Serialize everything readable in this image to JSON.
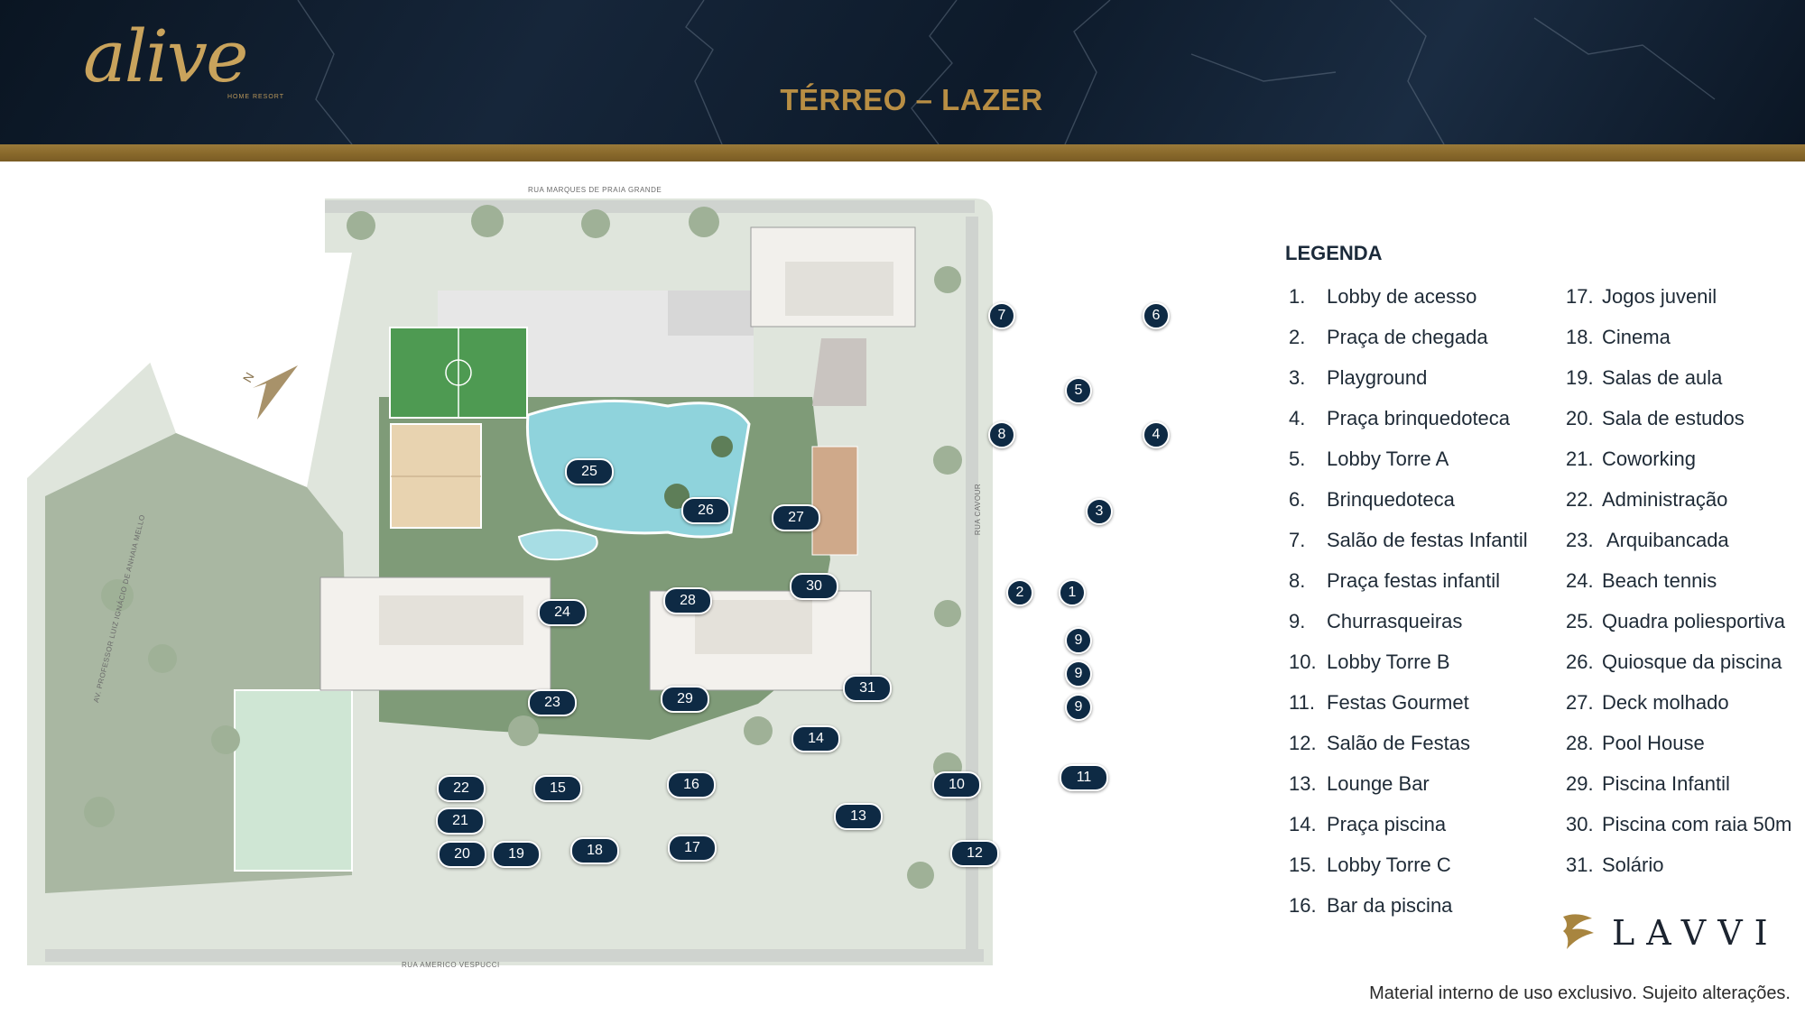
{
  "header": {
    "logo_text": "alive",
    "logo_subtext": "HOME RESORT",
    "title": "TÉRREO – LAZER"
  },
  "map": {
    "streets": {
      "north": "RUA MARQUES DE PRAIA GRANDE",
      "south": "RUA AMERICO VESPUCCI",
      "east": "RUA CAVOUR",
      "west": "AV. PROFESSOR LUIZ IGNÁCIO DE ANHAIA MELLO"
    },
    "north_marker": "N",
    "markers": [
      "1",
      "2",
      "3",
      "4",
      "5",
      "6",
      "7",
      "8",
      "9",
      "9",
      "9",
      "10",
      "11",
      "12",
      "13",
      "14",
      "15",
      "16",
      "17",
      "18",
      "19",
      "20",
      "21",
      "22",
      "23",
      "24",
      "25",
      "26",
      "27",
      "28",
      "29",
      "30",
      "31"
    ]
  },
  "legend": {
    "title": "LEGENDA",
    "items": [
      {
        "num": "1.",
        "label": "Lobby de acesso"
      },
      {
        "num": "2.",
        "label": "Praça de chegada"
      },
      {
        "num": "3.",
        "label": "Playground"
      },
      {
        "num": "4.",
        "label": "Praça brinquedoteca"
      },
      {
        "num": "5.",
        "label": "Lobby Torre A"
      },
      {
        "num": "6.",
        "label": "Brinquedoteca"
      },
      {
        "num": "7.",
        "label": "Salão de festas Infantil"
      },
      {
        "num": "8.",
        "label": "Praça festas infantil"
      },
      {
        "num": "9.",
        "label": "Churrasqueiras"
      },
      {
        "num": "10.",
        "label": "Lobby Torre B"
      },
      {
        "num": "11.",
        "label": "Festas Gourmet"
      },
      {
        "num": "12.",
        "label": "Salão de Festas"
      },
      {
        "num": "13.",
        "label": "Lounge Bar"
      },
      {
        "num": "14.",
        "label": "Praça piscina"
      },
      {
        "num": "15.",
        "label": "Lobby Torre C"
      },
      {
        "num": "16.",
        "label": "Bar da piscina"
      },
      {
        "num": "17.",
        "label": "Jogos juvenil"
      },
      {
        "num": "18.",
        "label": "Cinema"
      },
      {
        "num": "19.",
        "label": "Salas de aula"
      },
      {
        "num": "20.",
        "label": "Sala de estudos"
      },
      {
        "num": "21.",
        "label": "Coworking"
      },
      {
        "num": "22.",
        "label": "Administração"
      },
      {
        "num": "23.",
        "label": " Arquibancada"
      },
      {
        "num": "24.",
        "label": "Beach tennis"
      },
      {
        "num": "25.",
        "label": "Quadra poliesportiva"
      },
      {
        "num": "26.",
        "label": "Quiosque da piscina"
      },
      {
        "num": "27.",
        "label": "Deck molhado"
      },
      {
        "num": "28.",
        "label": "Pool House"
      },
      {
        "num": "29.",
        "label": "Piscina Infantil"
      },
      {
        "num": "30.",
        "label": "Piscina com raia 50m"
      },
      {
        "num": "31.",
        "label": "Solário"
      }
    ]
  },
  "brand": {
    "name": "LAVVI"
  },
  "footer": {
    "disclaimer": "Material interno de uso exclusivo. Sujeito alterações."
  },
  "colors": {
    "header_bg": "#0f1d2e",
    "gold": "#8a6a2c",
    "title_gold": "#b88e44",
    "marker_bg": "#0e2a44",
    "pool": "#8fd3dc",
    "court_green": "#4e9a52",
    "sand": "#e8d3b0",
    "vegetation": "#8fa38a"
  }
}
